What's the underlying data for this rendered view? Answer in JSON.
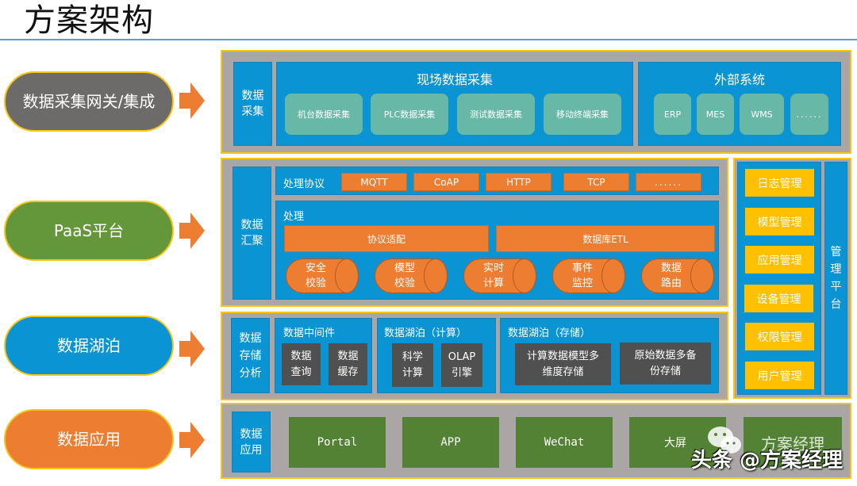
{
  "title": "方案架构",
  "layers": [
    {
      "label": "数据采集网关/集成",
      "color": "#6d6b6a"
    },
    {
      "label": "PaaS平台",
      "color": "#64973a"
    },
    {
      "label": "数据湖泊",
      "color": "#0a94d4"
    },
    {
      "label": "数据应用",
      "color": "#ed7d31"
    }
  ],
  "collection": {
    "side_label": "数据采集",
    "field": {
      "title": "现场数据采集",
      "items": [
        "机台数据采集",
        "PLC数据采集",
        "测试数据采集",
        "移动终端采集"
      ]
    },
    "external": {
      "title": "外部系统",
      "items": [
        "ERP",
        "MES",
        "WMS",
        "......"
      ]
    }
  },
  "aggregation": {
    "side_label": "数据汇聚",
    "protocols": {
      "title": "处理协议",
      "items": [
        "MQTT",
        "CoAP",
        "HTTP",
        "TCP",
        "......"
      ]
    },
    "processing": {
      "title": "处理",
      "bars": [
        "协议适配",
        "数据库ETL"
      ],
      "cylinders": [
        {
          "line1": "安全",
          "line2": "校验"
        },
        {
          "line1": "模型",
          "line2": "校验"
        },
        {
          "line1": "实时",
          "line2": "计算"
        },
        {
          "line1": "事件",
          "line2": "监控"
        },
        {
          "line1": "数据",
          "line2": "路由"
        }
      ]
    }
  },
  "management": {
    "side_label": "管理平台",
    "items": [
      "日志管理",
      "模型管理",
      "应用管理",
      "设备管理",
      "权限管理",
      "用户管理"
    ]
  },
  "storage": {
    "side_label": "数据存储分析",
    "middleware": {
      "title": "数据中间件",
      "items": [
        {
          "line1": "数据",
          "line2": "查询"
        },
        {
          "line1": "数据",
          "line2": "缓存"
        }
      ]
    },
    "lake_compute": {
      "title": "数据湖泊（计算）",
      "items": [
        {
          "line1": "科学",
          "line2": "计算"
        },
        {
          "line1": "OLAP",
          "line2": "引擎"
        }
      ]
    },
    "lake_storage": {
      "title": "数据湖泊（存储）",
      "items": [
        {
          "line1": "计算数据模型多",
          "line2": "维度存储"
        },
        {
          "line1": "原始数据多备",
          "line2": "份存储"
        }
      ]
    }
  },
  "application": {
    "side_label": "数据应用",
    "items": [
      "Portal",
      "APP",
      "WeChat",
      "大屏",
      "方案经理"
    ]
  },
  "watermark": {
    "text": "头条 @方案经理"
  }
}
